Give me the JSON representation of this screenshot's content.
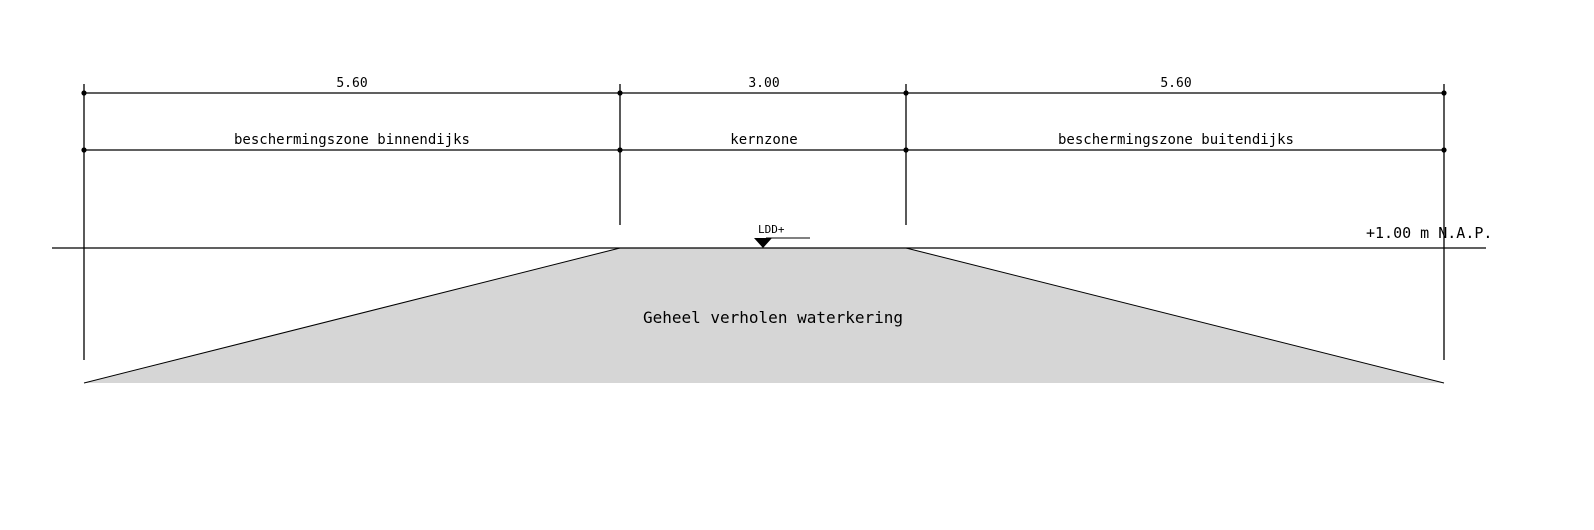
{
  "dimensions": {
    "left": "5.60",
    "middle": "3.00",
    "right": "5.60"
  },
  "zones": {
    "inner": "beschermingszone binnendijks",
    "core": "kernzone",
    "outer": "beschermingszone buitendijks"
  },
  "levels": {
    "reference": "+1.00 m N.A.P.",
    "crest_marker": "LDD+"
  },
  "body_label": "Geheel verholen waterkering",
  "colors": {
    "fill": "#d6d6d6",
    "line": "#000000",
    "background": "#ffffff"
  }
}
